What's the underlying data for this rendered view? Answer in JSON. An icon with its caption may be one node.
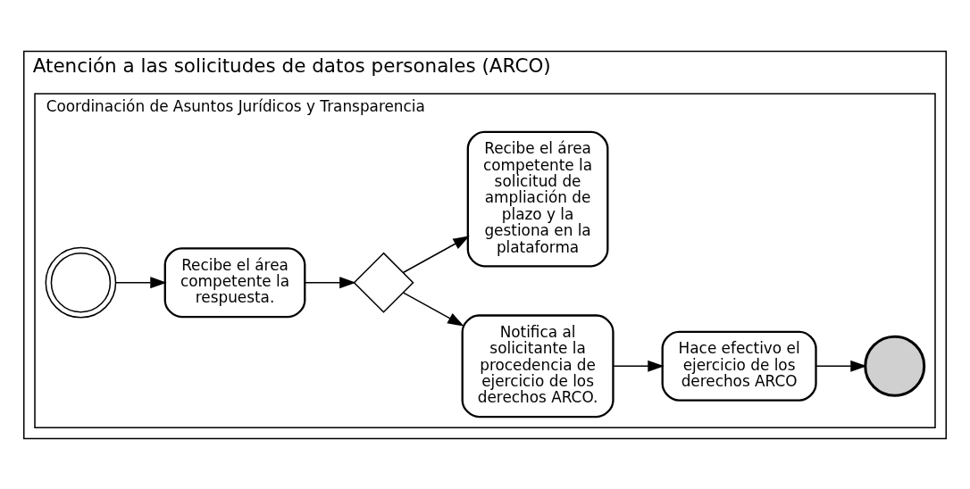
{
  "diagram": {
    "nodes": [
      {
        "text": [
          "Atención a las solicitudes de datos personales (ARCO)"
        ]
      },
      {
        "text": [
          "Coordinación de Asuntos Jurídicos y Transparencia"
        ],
        "in": 0
      },
      {
        "text": [],
        "shape": "circle",
        "in": 1
      },
      {
        "text": [
          "Recibe el área competente la respuesta."
        ],
        "in": 1
      },
      {
        "text": [],
        "shape": "diamond",
        "in": 1
      },
      {
        "text": [
          "Notifica al solicitante la procedencia de ejercicio de los derechos ARCO."
        ],
        "in": 1
      },
      {
        "text": [
          "Hace efectivo el ejercicio de los derechos ARCO"
        ],
        "in": 1
      },
      {
        "text": [],
        "shape": "circle",
        "in": 1
      },
      {
        "text": [
          "Recibe el área competente la solicitud de ampliación de plazo y la gestiona en la plataforma"
        ],
        "in": 1
      }
    ],
    "edges": [
      {
        "from": 2,
        "to": 3,
        "arrow": "to"
      },
      {
        "from": 3,
        "to": 4,
        "arrow": "to"
      },
      {
        "from": 4,
        "to": 5,
        "arrow": "to"
      },
      {
        "from": 5,
        "to": 6,
        "arrow": "to"
      },
      {
        "from": 6,
        "to": 7,
        "arrow": "to"
      },
      {
        "from": 4,
        "to": 8,
        "arrow": "to"
      }
    ]
  }
}
